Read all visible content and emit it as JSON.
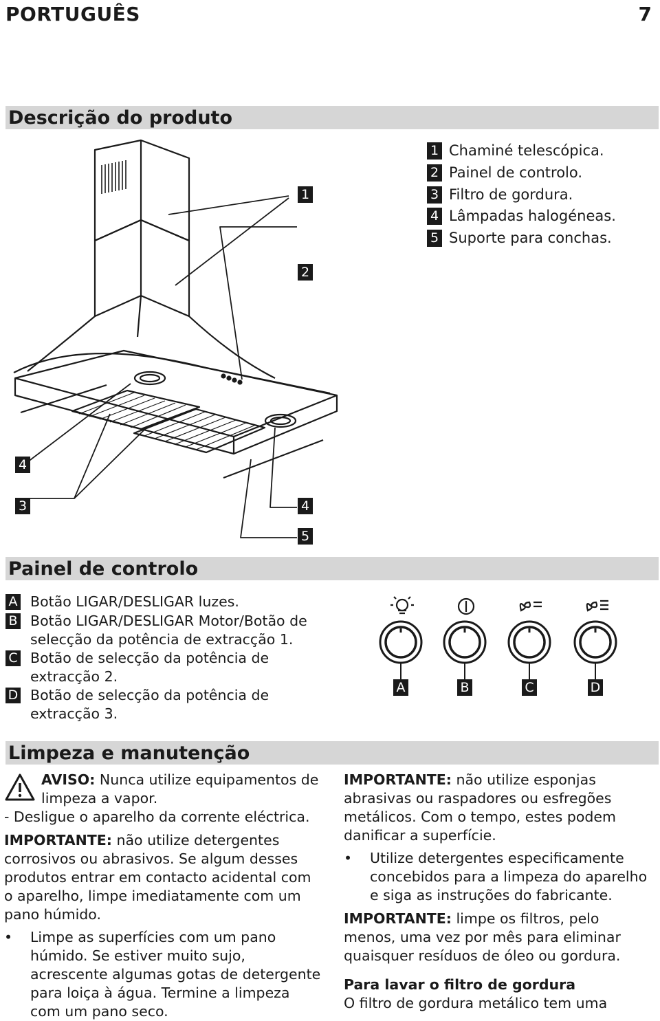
{
  "header": {
    "language": "PORTUGUÊS",
    "page_number": "7"
  },
  "sections": {
    "description": "Descrição do produto",
    "control_panel": "Painel de controlo",
    "cleaning": "Limpeza e manutenção"
  },
  "product_legend": [
    {
      "num": "1",
      "text": "Chaminé telescópica."
    },
    {
      "num": "2",
      "text": "Painel de controlo."
    },
    {
      "num": "3",
      "text": "Filtro de gordura."
    },
    {
      "num": "4",
      "text": "Lâmpadas halogéneas."
    },
    {
      "num": "5",
      "text": "Suporte para conchas."
    }
  ],
  "diagram_callouts": {
    "c1": "1",
    "c2": "2",
    "c4a": "4",
    "c3": "3",
    "c4b": "4",
    "c5": "5"
  },
  "control_items": [
    {
      "letter": "A",
      "text": "Botão LIGAR/DESLIGAR luzes."
    },
    {
      "letter": "B",
      "text": "Botão LIGAR/DESLIGAR Motor/Botão de selecção da potência de extracção 1."
    },
    {
      "letter": "C",
      "text": "Botão de selecção da potência de extracção 2."
    },
    {
      "letter": "D",
      "text": "Botão de selecção da potência de extracção 3."
    }
  ],
  "knob_labels": [
    "A",
    "B",
    "C",
    "D"
  ],
  "icons": [
    "light-icon",
    "power-icon",
    "fan-speed-2-icon",
    "fan-speed-3-icon",
    "warning-icon"
  ],
  "left_column": {
    "warning_label": "AVISO:",
    "warning_text": " Nunca utilize equipamentos de limpeza a vapor.",
    "disconnect": "- Desligue o aparelho da corrente eléctrica.",
    "important1_label": "IMPORTANTE:",
    "important1_text": " não utilize detergentes corrosivos ou abrasivos. Se algum desses produtos entrar em contacto acidental com o aparelho, limpe imediatamente com um pano húmido.",
    "bullet1": "Limpe as superfícies com um pano húmido. Se estiver muito sujo, acrescente algumas gotas de detergente para loiça à água. Termine a limpeza com um pano seco."
  },
  "right_column": {
    "important2_label": "IMPORTANTE:",
    "important2_text": " não utilize esponjas abrasivas ou raspadores ou esfregões metálicos. Com o tempo, estes podem danificar a superfície.",
    "bullet2": "Utilize detergentes especificamente concebidos para a limpeza do aparelho e siga as instruções do fabricante.",
    "important3_label": "IMPORTANTE:",
    "important3_text": " limpe os filtros, pelo menos, uma vez por mês para eliminar quaisquer resíduos de óleo ou gordura.",
    "filter_heading": "Para lavar o filtro de gordura",
    "filter_text": "O filtro de gordura metálico tem uma"
  }
}
